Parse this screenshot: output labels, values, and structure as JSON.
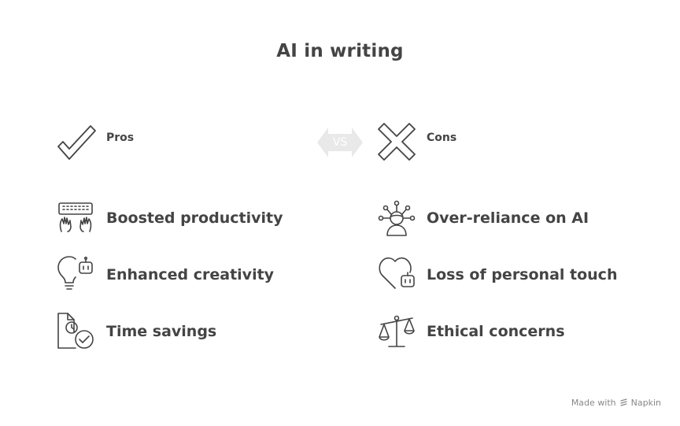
{
  "title": "AI in writing",
  "vs_label": "VS",
  "pros": {
    "heading": "Pros",
    "icon": "checkmark-icon",
    "items": [
      {
        "label": "Boosted productivity",
        "icon": "typing-hands-keyboard-icon"
      },
      {
        "label": "Enhanced creativity",
        "icon": "lightbulb-robot-icon"
      },
      {
        "label": "Time savings",
        "icon": "document-clock-check-icon"
      }
    ]
  },
  "cons": {
    "heading": "Cons",
    "icon": "cross-icon",
    "items": [
      {
        "label": "Over-reliance on AI",
        "icon": "person-network-icon"
      },
      {
        "label": "Loss of personal touch",
        "icon": "heart-robot-icon"
      },
      {
        "label": "Ethical concerns",
        "icon": "balance-scale-icon"
      }
    ]
  },
  "footer": {
    "made_with": "Made with",
    "brand": "Napkin"
  },
  "colors": {
    "text": "#444444",
    "icon_stroke": "#444444",
    "vs_badge": "#e9e9e9",
    "footer_text": "#888888"
  }
}
